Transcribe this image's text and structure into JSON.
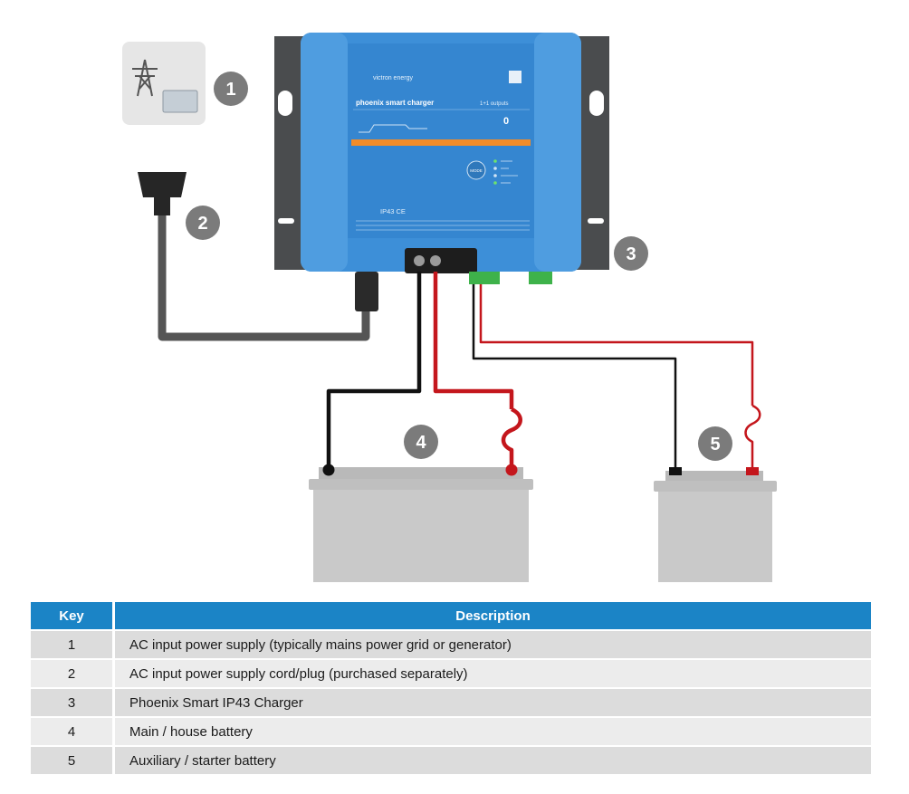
{
  "charger": {
    "brand": "victron energy",
    "model": "phoenix smart charger",
    "outputs": "1+1 outputs",
    "certifications": "IP43 CE",
    "display_value": "0",
    "mode_button": "MODE"
  },
  "callouts": [
    "1",
    "2",
    "3",
    "4",
    "5"
  ],
  "table": {
    "headers": {
      "key": "Key",
      "description": "Description"
    },
    "rows": [
      {
        "key": "1",
        "description": "AC input power supply (typically mains power grid or generator)"
      },
      {
        "key": "2",
        "description": "AC input power supply cord/plug (purchased separately)"
      },
      {
        "key": "3",
        "description": "Phoenix Smart IP43 Charger"
      },
      {
        "key": "4",
        "description": "Main / house battery"
      },
      {
        "key": "5",
        "description": "Auxiliary / starter battery"
      }
    ]
  },
  "colors": {
    "charger_blue": "#3d8fd8",
    "mount_plate": "#4a4c4e",
    "callout_circle": "#7b7b7b",
    "battery_body": "#c9c9c9",
    "positive_wire": "#c4161c",
    "negative_wire": "#111111",
    "table_header": "#1b84c6",
    "label_strip": "#f28c28"
  }
}
